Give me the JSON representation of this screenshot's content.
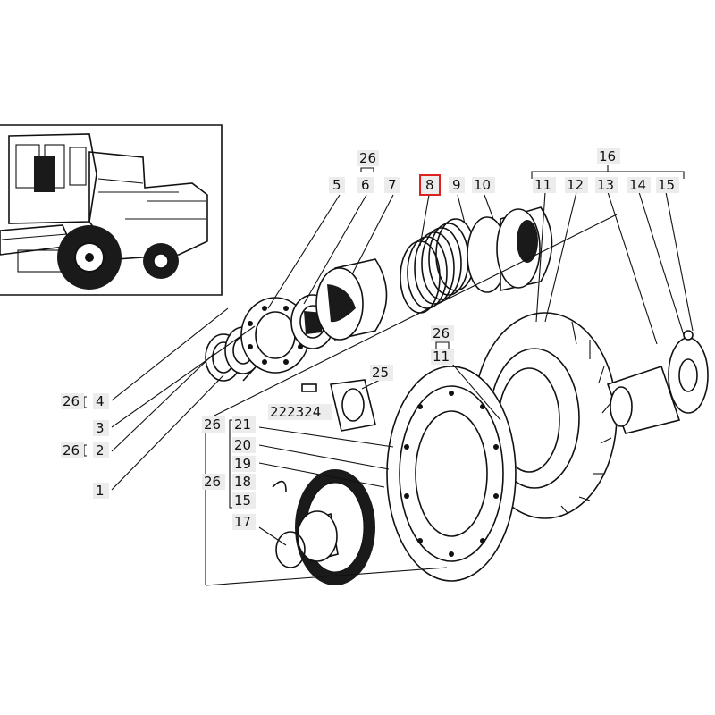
{
  "diagram": {
    "labels": {
      "l26_top": "26",
      "l5": "5",
      "l6": "6",
      "l7": "7",
      "l8": "8",
      "l9": "9",
      "l10": "10",
      "l16": "16",
      "l11": "11",
      "l12": "12",
      "l13": "13",
      "l14": "14",
      "l15_top": "15",
      "l26_mid": "26",
      "l11_mid": "11",
      "l25": "25",
      "l222324": "222324",
      "l26_4": "26",
      "l4": "4",
      "l3": "3",
      "l26_2": "26",
      "l2": "2",
      "l1": "1",
      "l26_21": "26",
      "l21": "21",
      "l20": "20",
      "l19": "19",
      "l26_grp": "26",
      "l18": "18",
      "l15_bot": "15",
      "l17": "17"
    },
    "highlight_color": "#dd2222"
  }
}
